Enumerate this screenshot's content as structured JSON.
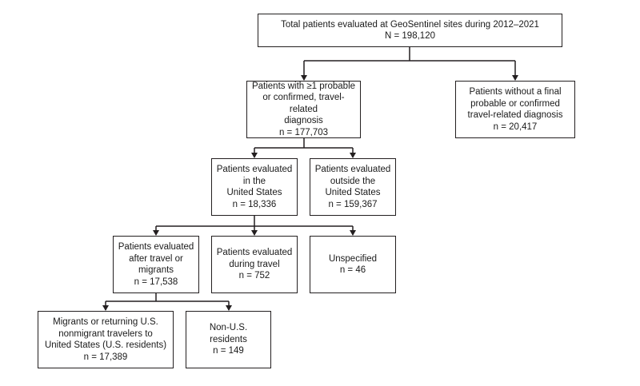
{
  "flowchart": {
    "total": {
      "line1": "Total patients evaluated at GeoSentinel sites during 2012–2021",
      "count": "N = 198,120"
    },
    "with_diagnosis": {
      "line1": "Patients with ≥1 probable",
      "line2": "or confirmed, travel-related",
      "line3": "diagnosis",
      "count": "n = 177,703"
    },
    "without_diagnosis": {
      "line1": "Patients without a final",
      "line2": "probable or confirmed",
      "line3": "travel-related diagnosis",
      "count": "n = 20,417"
    },
    "in_us": {
      "line1": "Patients evaluated",
      "line2": "in the",
      "line3": "United States",
      "count": "n = 18,336"
    },
    "outside_us": {
      "line1": "Patients evaluated",
      "line2": "outside the",
      "line3": "United States",
      "count": "n = 159,367"
    },
    "after_travel": {
      "line1": "Patients evaluated",
      "line2": "after travel or",
      "line3": "migrants",
      "count": "n = 17,538"
    },
    "during_travel": {
      "line1": "Patients evaluated",
      "line2": "during travel",
      "count": "n = 752"
    },
    "unspecified": {
      "line1": "Unspecified",
      "count": "n = 46"
    },
    "us_residents": {
      "line1": "Migrants or returning U.S.",
      "line2": "nonmigrant travelers to",
      "line3": "United States (U.S. residents)",
      "count": "n = 17,389"
    },
    "non_us_residents": {
      "line1": "Non-U.S. residents",
      "count": "n = 149"
    }
  }
}
